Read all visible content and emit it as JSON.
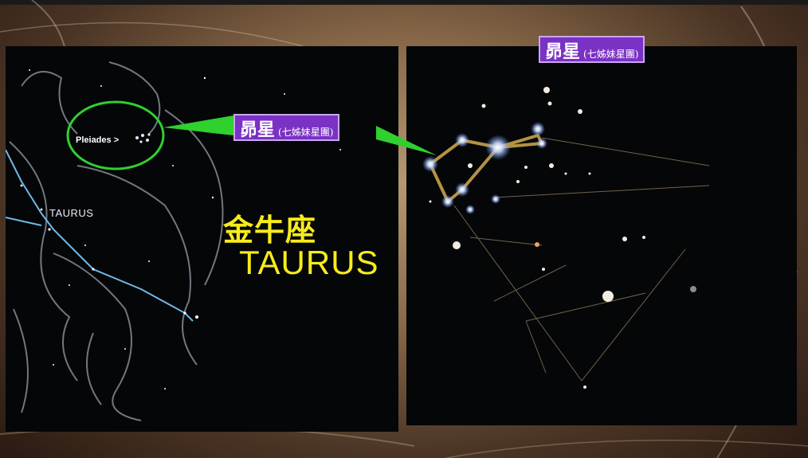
{
  "left_panel": {
    "pleiades_label": "Pleiades >",
    "constellation_label": "TAURUS"
  },
  "title": {
    "chinese": "金牛座",
    "english": "TAURUS"
  },
  "tags": {
    "middle": {
      "main": "昴星",
      "sub": "(七姊妹星團)"
    },
    "top": {
      "main": "昴星",
      "sub": "(七姊妹星團)"
    }
  },
  "colors": {
    "highlight_green": "#2ed12e",
    "title_yellow": "#f7ec1a",
    "tag_purple": "#7a32c4",
    "asterism_gold": "#c8a24a"
  }
}
